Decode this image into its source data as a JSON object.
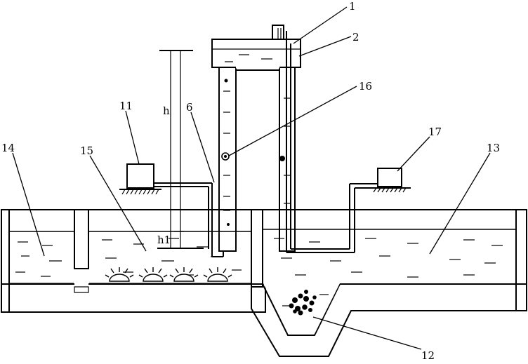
{
  "labels": {
    "l1": "1",
    "l2": "2",
    "l16": "16",
    "l11": "11",
    "l6": "6",
    "l17": "17",
    "l14": "14",
    "l15": "15",
    "l13": "13",
    "l12": "12",
    "h": "h",
    "h1": "h1"
  },
  "colors": {
    "line": "#000000",
    "background": "#ffffff"
  }
}
